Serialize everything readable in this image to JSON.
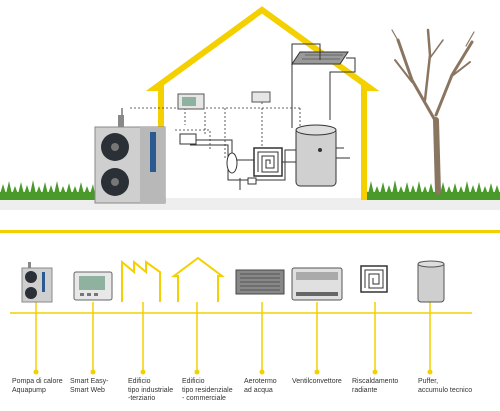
{
  "colors": {
    "accent_yellow": "#f4d000",
    "grass": "#4a9a2a",
    "tree": "#8a7560",
    "pipe": "#333333",
    "device_gray": "#c8c8c8"
  },
  "legend": [
    {
      "icon": "heat-pump-unit-icon",
      "line1": "Pompa di calore",
      "line2": "Aquapump"
    },
    {
      "icon": "smart-controller-icon",
      "line1": "Smart Easy-",
      "line2": "Smart Web"
    },
    {
      "icon": "industrial-building-icon",
      "line1": "Edificio",
      "line2": "tipo industriale",
      "line3": "-terziario"
    },
    {
      "icon": "residential-building-icon",
      "line1": "Edificio",
      "line2": "tipo residenziale",
      "line3": "- commerciale"
    },
    {
      "icon": "water-heater-unit-icon",
      "line1": "Aerotermo",
      "line2": "ad acqua"
    },
    {
      "icon": "fan-coil-icon",
      "line1": "Ventilconvettore",
      "line2": ""
    },
    {
      "icon": "radiant-floor-icon",
      "line1": "Riscaldamento",
      "line2": "radiante"
    },
    {
      "icon": "buffer-tank-icon",
      "line1": "Puffer,",
      "line2": "accumulo tecnico"
    }
  ]
}
